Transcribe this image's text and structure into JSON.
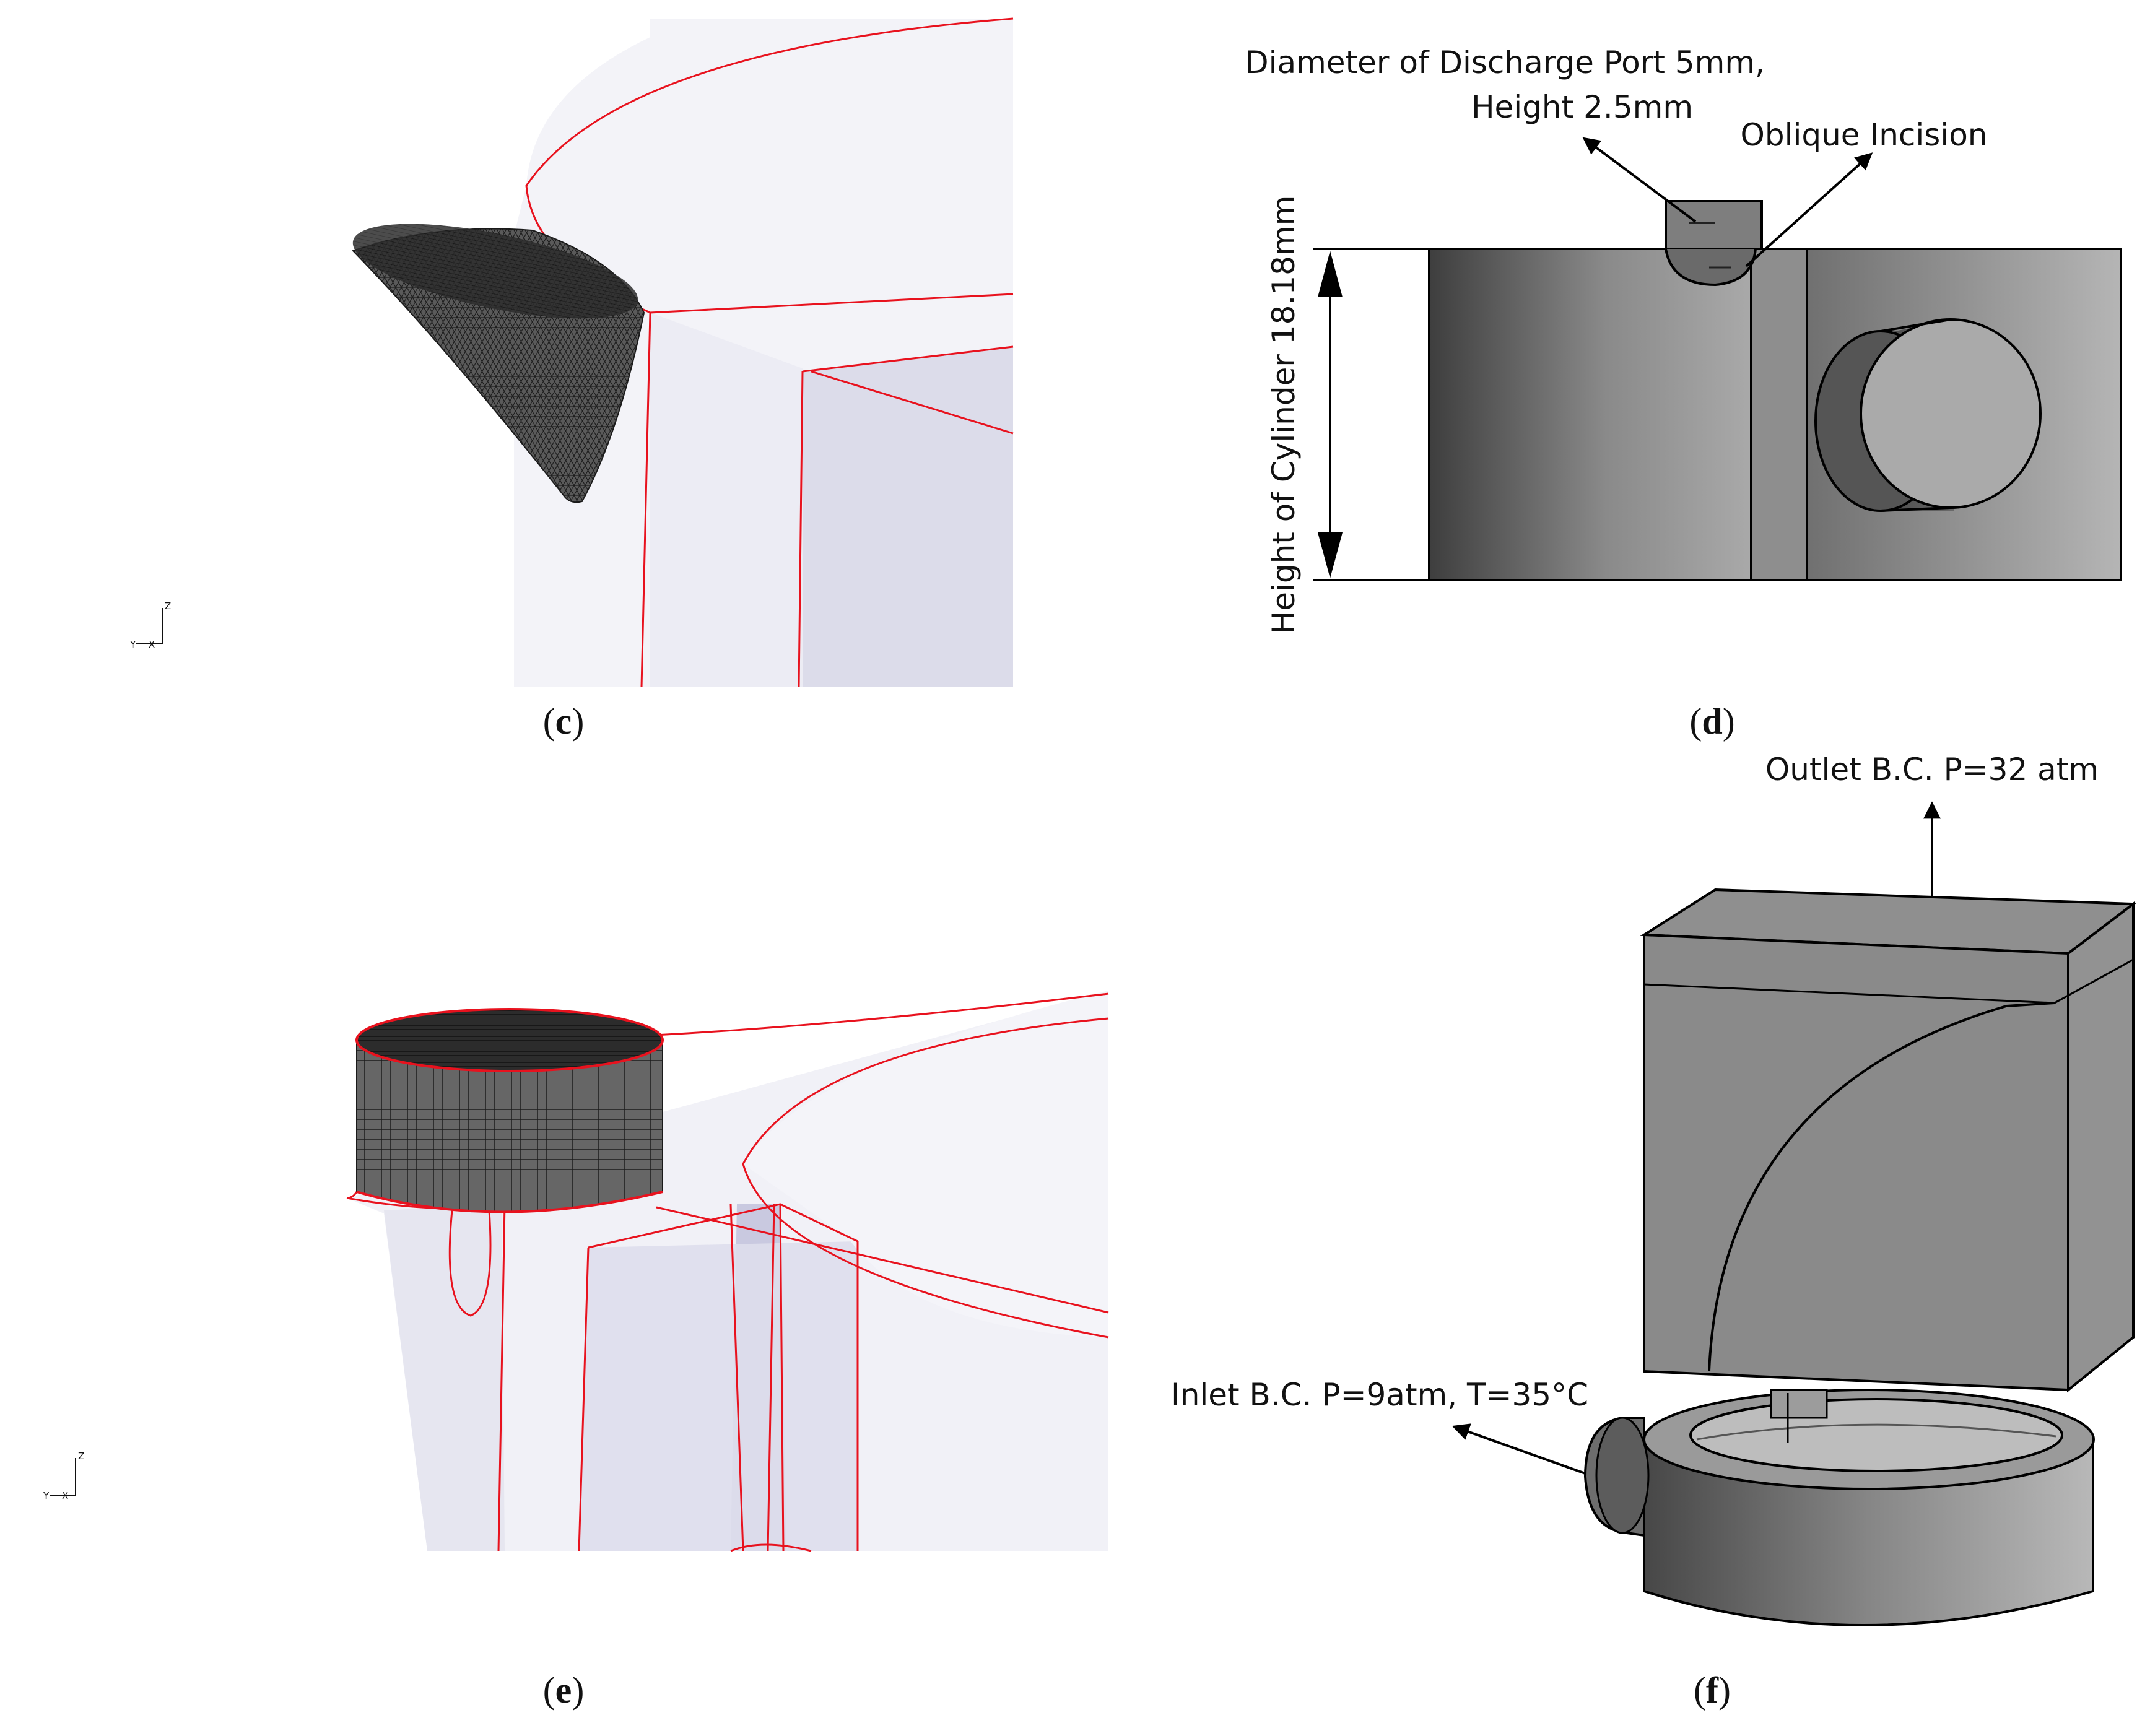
{
  "panels": {
    "c": {
      "caption": "(c)",
      "caption_letter": "c"
    },
    "d": {
      "caption": "(d)",
      "caption_letter": "d",
      "port_label_line1": "Diameter of Discharge Port 5mm,",
      "port_label_line2": "Height 2.5mm",
      "incision_label": "Oblique Incision",
      "cylinder_height_label": "Height of Cylinder 18.18mm"
    },
    "e": {
      "caption": "(e)",
      "caption_letter": "e"
    },
    "f": {
      "caption": "(f)",
      "caption_letter": "f",
      "outlet_label": "Outlet B.C. P=32 atm",
      "inlet_label": "Inlet B.C. P=9atm, T=35°C"
    }
  },
  "axis_triad": {
    "z": "Z",
    "y": "Y",
    "x": "X"
  },
  "colors": {
    "mesh_edge_red": "#e8121e",
    "fluid_domain": "#dedeec",
    "fluid_domain_dark": "#c9c9e0",
    "solid_gray": "#8c8c8c",
    "mesh_dark": "#3a3a3a",
    "outline": "#000000"
  }
}
